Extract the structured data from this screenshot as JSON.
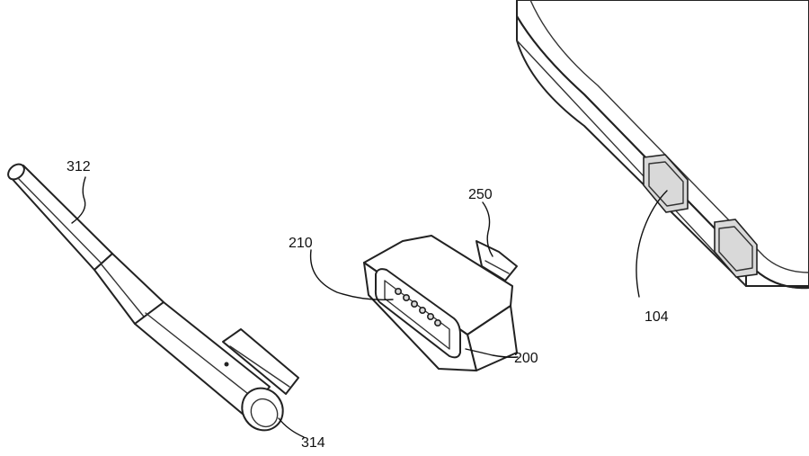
{
  "reference_numerals": {
    "cable": "312",
    "plug_end": "314",
    "adapter_recess": "210",
    "adapter_tab": "250",
    "adapter_body": "200",
    "device_port": "104"
  }
}
